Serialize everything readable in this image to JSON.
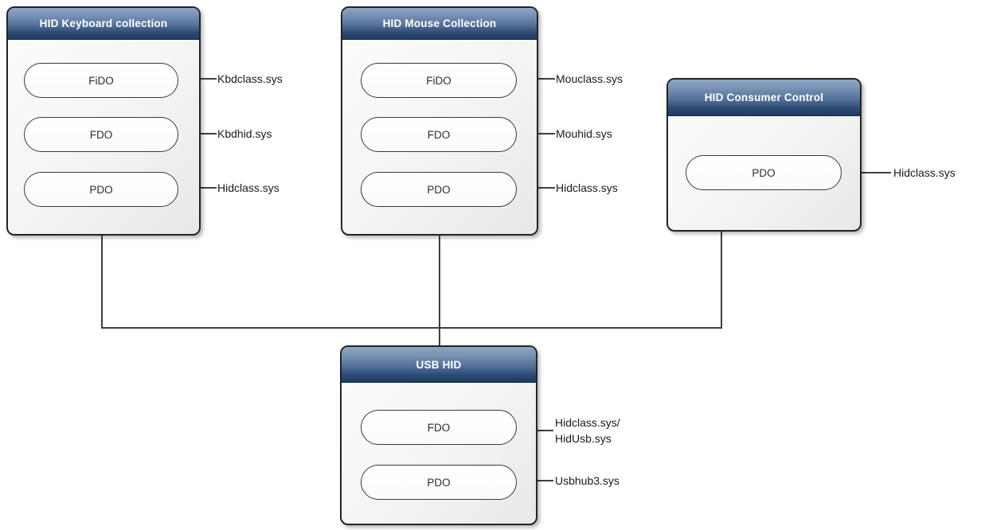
{
  "theme": {
    "header_top": "#8fa6c2",
    "header_mid": "#54719a",
    "header_bottom": "#1e3c62",
    "node_border": "#242424",
    "body_top": "#fdfdfd",
    "body_bottom": "#e8e8e8",
    "connector": "#3f3f3f",
    "title_color": "#ffffff",
    "pill_text": "#2d2d2d",
    "label_text": "#1a1a1a"
  },
  "nodes": [
    {
      "title": "HID Keyboard collection",
      "devices": [
        {
          "label": "FiDO",
          "driver": "Kbdclass.sys"
        },
        {
          "label": "FDO",
          "driver": "Kbdhid.sys"
        },
        {
          "label": "PDO",
          "driver": "Hidclass.sys"
        }
      ]
    },
    {
      "title": "HID Mouse Collection",
      "devices": [
        {
          "label": "FiDO",
          "driver": "Mouclass.sys"
        },
        {
          "label": "FDO",
          "driver": "Mouhid.sys"
        },
        {
          "label": "PDO",
          "driver": "Hidclass.sys"
        }
      ]
    },
    {
      "title": "HID Consumer Control",
      "devices": [
        {
          "label": "PDO",
          "driver": "Hidclass.sys"
        }
      ]
    },
    {
      "title": "USB HID",
      "devices": [
        {
          "label": "FDO",
          "driver": "Hidclass.sys/\nHidUsb.sys"
        },
        {
          "label": "PDO",
          "driver": "Usbhub3.sys"
        }
      ]
    }
  ]
}
